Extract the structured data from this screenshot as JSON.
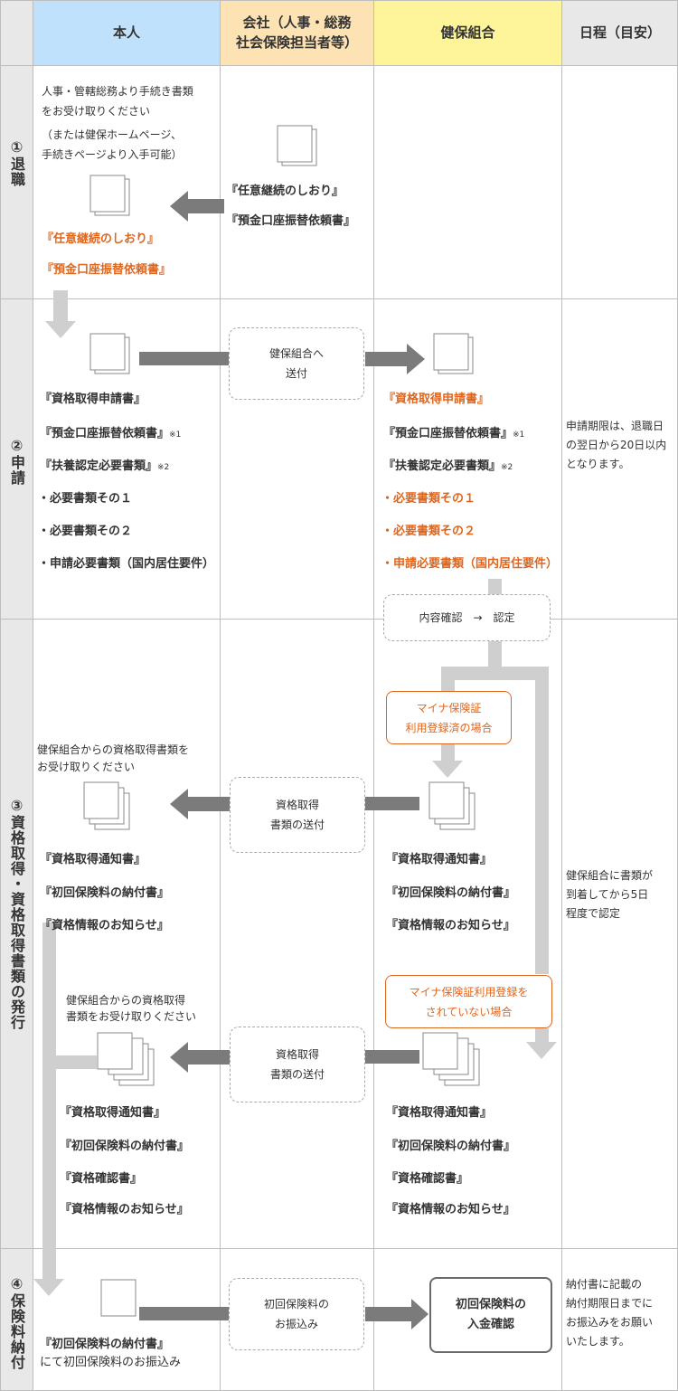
{
  "headers": {
    "person": "本人",
    "company_line1": "会社（人事・総務",
    "company_line2": "社会保険担当者等）",
    "union": "健保組合",
    "schedule": "日程（目安）"
  },
  "steps": {
    "s1": "①退職",
    "s2": "②申請",
    "s3": "③資格取得・資格取得書類の発行",
    "s4": "④保険料納付"
  },
  "s1": {
    "instr": [
      "人事・管轄総務より手続き書類",
      "をお受け取りください",
      "（または健保ホームページ、",
      "手続きページより入手可能）"
    ],
    "company_docs": [
      "『任意継続のしおり』",
      "『預金口座振替依頼書』"
    ],
    "person_docs": [
      "『任意継続のしおり』",
      "『預金口座振替依頼書』"
    ]
  },
  "s2": {
    "send_box": [
      "健保組合へ",
      "送付"
    ],
    "person_docs": [
      "『資格取得申請書』",
      "『預金口座振替依頼書』",
      "『扶養認定必要書類』",
      "・必要書類その１",
      "・必要書類その２",
      "・申請必要書類（国内居住要件）"
    ],
    "union_docs": [
      "『資格取得申請書』",
      "『預金口座振替依頼書』",
      "『扶養認定必要書類』",
      "・必要書類その１",
      "・必要書類その２",
      "・申請必要書類（国内居住要件）"
    ],
    "note1": "※1",
    "note2": "※2",
    "confirm_box": "内容確認　→　認定",
    "schedule": [
      "申請期限は、退職日",
      "の翌日から20日以内",
      "となります。"
    ]
  },
  "s3": {
    "case_a": [
      "マイナ保険証",
      "利用登録済の場合"
    ],
    "instr_a": [
      "健保組合からの資格取得書類を",
      "お受け取りください"
    ],
    "send_box_a": [
      "資格取得",
      "書類の送付"
    ],
    "person_docs_a": [
      "『資格取得通知書』",
      "『初回保険料の納付書』",
      "『資格情報のお知らせ』"
    ],
    "union_docs_a": [
      "『資格取得通知書』",
      "『初回保険料の納付書』",
      "『資格情報のお知らせ』"
    ],
    "case_b": [
      "マイナ保険証利用登録を",
      "されていない場合"
    ],
    "instr_b": [
      "健保組合からの資格取得",
      "書類をお受け取りください"
    ],
    "send_box_b": [
      "資格取得",
      "書類の送付"
    ],
    "person_docs_b": [
      "『資格取得通知書』",
      "『初回保険料の納付書』",
      "『資格確認書』",
      "『資格情報のお知らせ』"
    ],
    "union_docs_b": [
      "『資格取得通知書』",
      "『初回保険料の納付書』",
      "『資格確認書』",
      "『資格情報のお知らせ』"
    ],
    "schedule": [
      "健保組合に書類が",
      "到着してから5日",
      "程度で認定"
    ]
  },
  "s4": {
    "person_doc": "『初回保険料の納付書』",
    "person_text": "にて初回保険料のお振込み",
    "pay_box": [
      "初回保険料の",
      "お振込み"
    ],
    "confirm_box": [
      "初回保険料の",
      "入金確認"
    ],
    "schedule": [
      "納付書に記載の",
      "納付期限日までに",
      "お振込みをお願い",
      "いたします。"
    ]
  },
  "colors": {
    "person_header": "#bfe1fc",
    "company_header": "#fde3b3",
    "union_header": "#fef59a",
    "step_col": "#e8e8e8",
    "schedule_header": "#e8e8e8",
    "accent_orange": "#e0661d",
    "arrow_dark": "#7b7b7b",
    "arrow_light": "#cfcfcf"
  }
}
